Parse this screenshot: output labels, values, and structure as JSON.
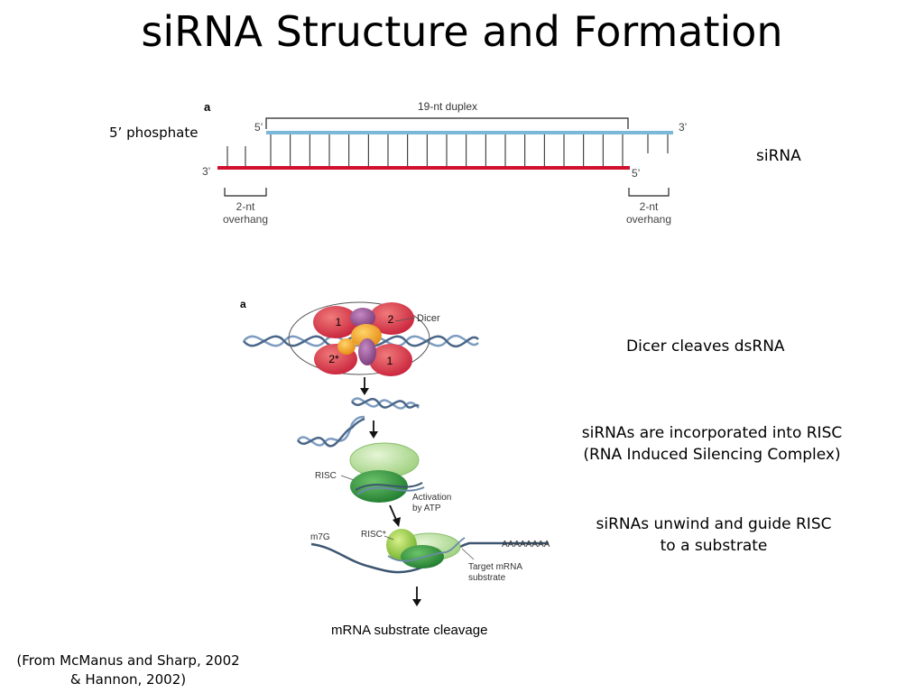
{
  "slide": {
    "title": "siRNA Structure and Formation"
  },
  "panel_a": {
    "panel_letter": "a",
    "duplex_label": "19-nt duplex",
    "five_prime_phosphate": "5’ phosphate",
    "top_strand_left_end": "5’",
    "top_strand_right_end": "3’",
    "bottom_strand_left_end": "3’",
    "bottom_strand_right_end": "5’",
    "overhang_left_line1": "2-nt",
    "overhang_left_line2": "overhang",
    "overhang_right_line1": "2-nt",
    "overhang_right_line2": "overhang",
    "sirna_label": "siRNA",
    "colors": {
      "top_strand": "#7ab8d9",
      "bottom_strand": "#d0102c"
    }
  },
  "panel_b": {
    "panel_letter": "a",
    "dicer_label": "Dicer",
    "dicer_subunits": [
      "1",
      "2",
      "2*",
      "1"
    ],
    "risc_label": "RISC",
    "activation_line1": "Activation",
    "activation_line2": "by ATP",
    "risc_star_label": "RISC*",
    "m7g_label": "m7G",
    "polya_label": "AAAAAAAA",
    "target_line1": "Target mRNA",
    "target_line2": "substrate",
    "cleavage_caption": "mRNA substrate cleavage"
  },
  "descriptions": {
    "dicer": "Dicer cleaves dsRNA",
    "risc_line1": "siRNAs are incorporated into RISC",
    "risc_line2": "(RNA Induced Silencing Complex)",
    "unwind_line1": "siRNAs unwind and guide RISC",
    "unwind_line2": "to a substrate"
  },
  "citation": {
    "line1": "(From McManus and Sharp, 2002",
    "line2": "& Hannon, 2002)"
  }
}
